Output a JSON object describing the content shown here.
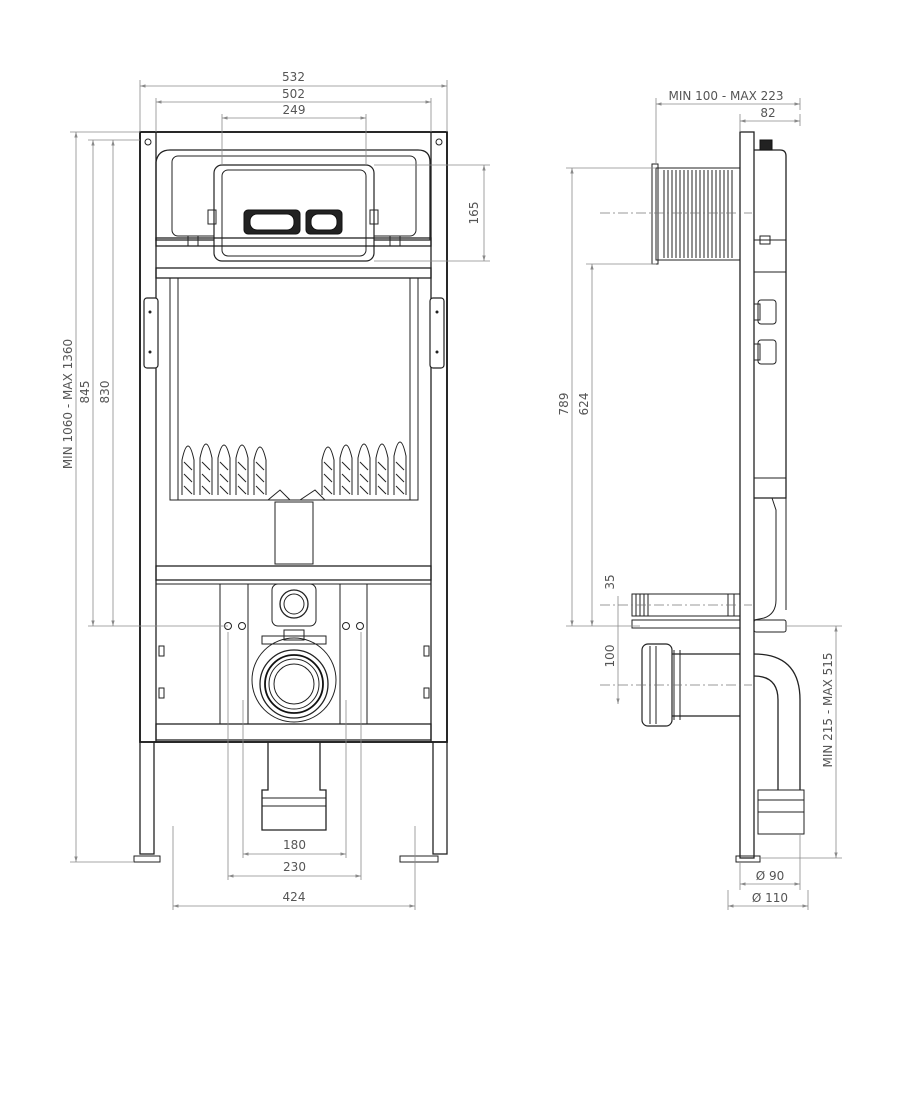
{
  "front": {
    "width_outer": "532",
    "width_inner": "502",
    "panel_width": "249",
    "panel_height": "165",
    "height_adjust": "MIN 1060 - MAX 1360",
    "height_845": "845",
    "height_830": "830",
    "pipe_180": "180",
    "pipe_230": "230",
    "feet_424": "424"
  },
  "side": {
    "depth_adjust": "MIN 100 - MAX 223",
    "depth_82": "82",
    "height_789": "789",
    "height_624": "624",
    "inlet_35": "35",
    "outlet_100": "100",
    "drain_adjust": "MIN 215 - MAX 515",
    "dia_90": "Ø 90",
    "dia_110": "Ø 110"
  },
  "colors": {
    "line": "#222222",
    "dimension": "#8a8a8a",
    "label": "#555555"
  }
}
